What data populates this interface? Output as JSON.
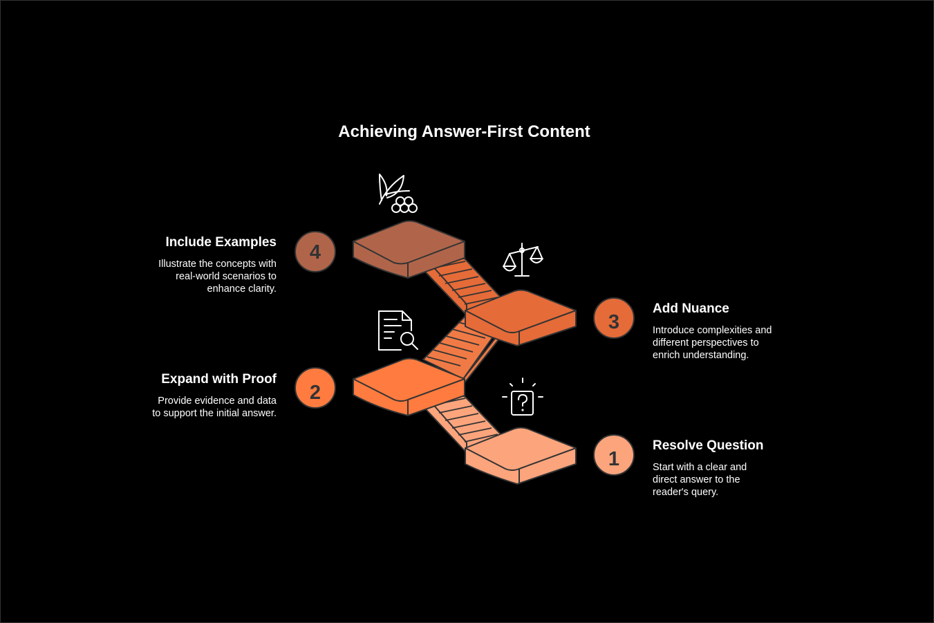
{
  "title": "Achieving Answer-First Content",
  "colors": {
    "background": "#000000",
    "step1": "#FCA47C",
    "step2": "#FF7B3F",
    "step3": "#E56B38",
    "step4": "#B0654A",
    "stair_fill": "#F07A45",
    "outline": "#333333"
  },
  "steps": [
    {
      "number": "1",
      "title": "Resolve Question",
      "description": "Start with a clear and direct answer to the reader's query.",
      "icon": "question-idea-icon"
    },
    {
      "number": "2",
      "title": "Expand with Proof",
      "description": "Provide evidence and data to support the initial answer.",
      "icon": "document-search-icon"
    },
    {
      "number": "3",
      "title": "Add Nuance",
      "description": "Introduce complexities and different perspectives to enrich understanding.",
      "icon": "balance-scale-icon"
    },
    {
      "number": "4",
      "title": "Include Examples",
      "description": "Illustrate the concepts with real-world scenarios to enhance clarity.",
      "icon": "leaf-cells-icon"
    }
  ]
}
